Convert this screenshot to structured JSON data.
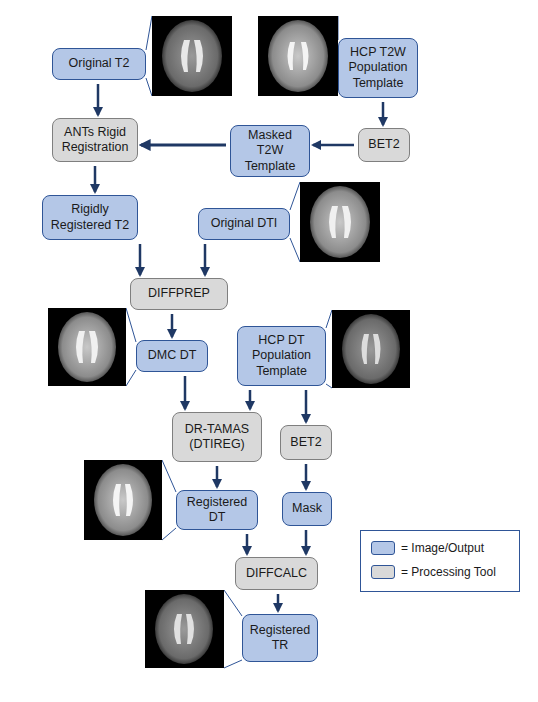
{
  "diagram": {
    "nodes": [
      {
        "text": [
          "Original T2"
        ]
      },
      {
        "text": [
          "HCP T2W Population Template"
        ]
      },
      {
        "text": [
          "ANTs Rigid Registration"
        ]
      },
      {
        "text": [
          "Masked T2W Template"
        ]
      },
      {
        "text": [
          "BET2"
        ]
      },
      {
        "text": [
          "Rigidly Registered T2"
        ]
      },
      {
        "text": [
          "Original DTI"
        ]
      },
      {
        "text": [
          "DIFFPREP"
        ]
      },
      {
        "text": [
          "DMC DT"
        ]
      },
      {
        "text": [
          "HCP DT Population Template"
        ]
      },
      {
        "text": [
          "DR-TAMAS (DTIREG)"
        ]
      },
      {
        "text": [
          "BET2"
        ]
      },
      {
        "text": [
          "Registered DT"
        ]
      },
      {
        "text": [
          "Mask"
        ]
      },
      {
        "text": [
          "DIFFCALC"
        ]
      },
      {
        "text": [
          "Registered TR"
        ]
      }
    ],
    "edges": [
      {
        "from": 0,
        "to": 2,
        "arrow": "to"
      },
      {
        "from": 1,
        "to": 4,
        "arrow": "to"
      },
      {
        "from": 4,
        "to": 3,
        "arrow": "to"
      },
      {
        "from": 3,
        "to": 2,
        "arrow": "to"
      },
      {
        "from": 2,
        "to": 5,
        "arrow": "to"
      },
      {
        "from": 5,
        "to": 7,
        "arrow": "to"
      },
      {
        "from": 6,
        "to": 7,
        "arrow": "to"
      },
      {
        "from": 7,
        "to": 8,
        "arrow": "to"
      },
      {
        "from": 8,
        "to": 10,
        "arrow": "to"
      },
      {
        "from": 9,
        "to": 10,
        "arrow": "to"
      },
      {
        "from": 9,
        "to": 11,
        "arrow": "to"
      },
      {
        "from": 10,
        "to": 12,
        "arrow": "to"
      },
      {
        "from": 11,
        "to": 13,
        "arrow": "to"
      },
      {
        "from": 12,
        "to": 14,
        "arrow": "to"
      },
      {
        "from": 13,
        "to": 14,
        "arrow": "to"
      },
      {
        "from": 14,
        "to": 15,
        "arrow": "to"
      }
    ],
    "legend": [
      {
        "text": "= Image/Output",
        "color": "#b4c7e7"
      },
      {
        "text": "= Processing Tool",
        "color": "#d9d9d9"
      }
    ]
  }
}
